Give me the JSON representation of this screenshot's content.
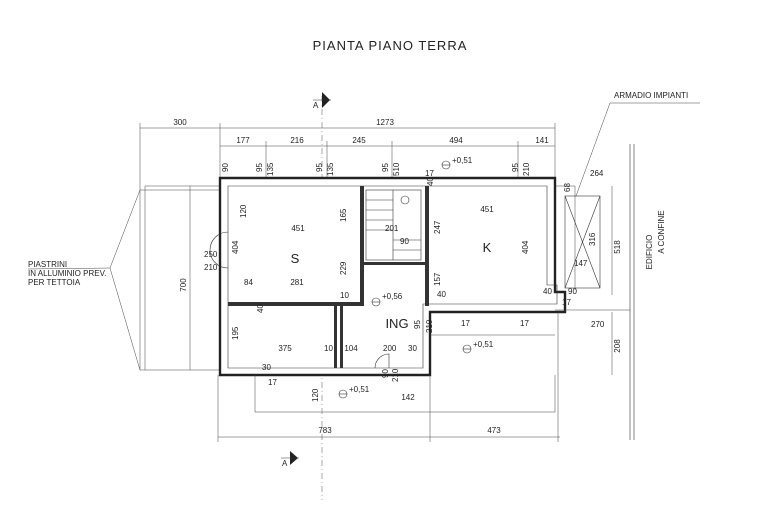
{
  "title": "PIANTA PIANO TERRA",
  "section_marks": {
    "top": "A",
    "bottom": "A"
  },
  "labels": {
    "armadio": "ARMADIO  IMPIANTI",
    "edificio": "EDIFICIO",
    "a_confine": "A CONFINE",
    "piastrini": [
      "PIASTRINI",
      "IN ALLUMINIO PREV.",
      "PER TETTOIA"
    ]
  },
  "rooms": {
    "soggiorno": "S",
    "cucina": "K",
    "ingresso": "ING"
  },
  "levels": [
    "+0,51",
    "+0,56",
    "+0,51",
    "+0,51"
  ],
  "dims_top": [
    "300",
    "1273"
  ],
  "dims_top2": [
    "177",
    "216",
    "245",
    "494",
    "141"
  ],
  "dims_bottom": [
    "783",
    "473"
  ],
  "dims_vert": [
    "700",
    "518",
    "208"
  ],
  "dims_misc": {
    "d90a": "90",
    "d95a": "95",
    "d135a": "135",
    "d95b": "95",
    "d135b": "135",
    "d95c": "95",
    "d510": "510",
    "d17a": "17",
    "d40a": "40",
    "d95d": "95",
    "d210a": "210",
    "d68": "68",
    "d264": "264",
    "d316": "316",
    "d147": "147",
    "d120a": "120",
    "d165": "165",
    "d451a": "451",
    "d451b": "451",
    "d247": "247",
    "d201": "201",
    "d90b": "90",
    "d250": "250",
    "d210b": "210",
    "d404a": "404",
    "d404b": "404",
    "d229": "229",
    "d84": "84",
    "d281": "281",
    "d10a": "10",
    "d157": "157",
    "d40b": "40",
    "d40c": "40",
    "d17b": "17",
    "d90c": "90",
    "d17c": "17",
    "d40d": "40",
    "d270": "270",
    "d95e": "95",
    "d210c": "210",
    "d17d": "17",
    "d195": "195",
    "d375": "375",
    "d10b": "10",
    "d104": "104",
    "d200": "200",
    "d30a": "30",
    "d30b": "30",
    "d17e": "17",
    "d90d": "90",
    "d210d": "210",
    "d120b": "120",
    "d142": "142"
  }
}
